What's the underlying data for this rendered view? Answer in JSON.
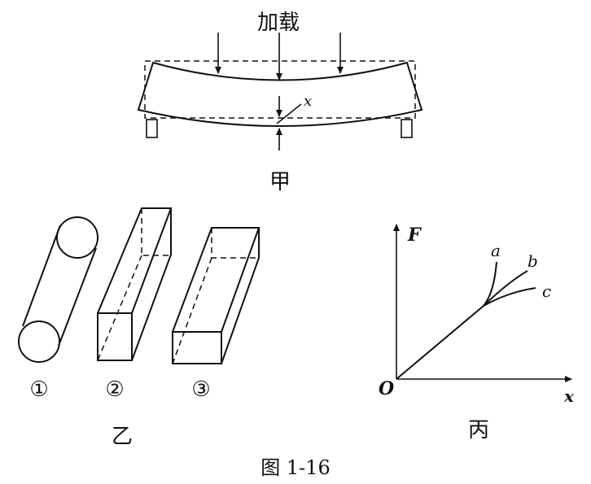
{
  "labels": {
    "load": "加载",
    "deflection_var": "x",
    "part_a": "甲",
    "part_b": "乙",
    "part_c": "丙",
    "sample_1": "①",
    "sample_2": "②",
    "sample_3": "③",
    "axis_y": "F",
    "axis_x": "x",
    "origin": "O",
    "curve_a": "a",
    "curve_b": "b",
    "curve_c": "c",
    "caption": "图 1-16"
  }
}
